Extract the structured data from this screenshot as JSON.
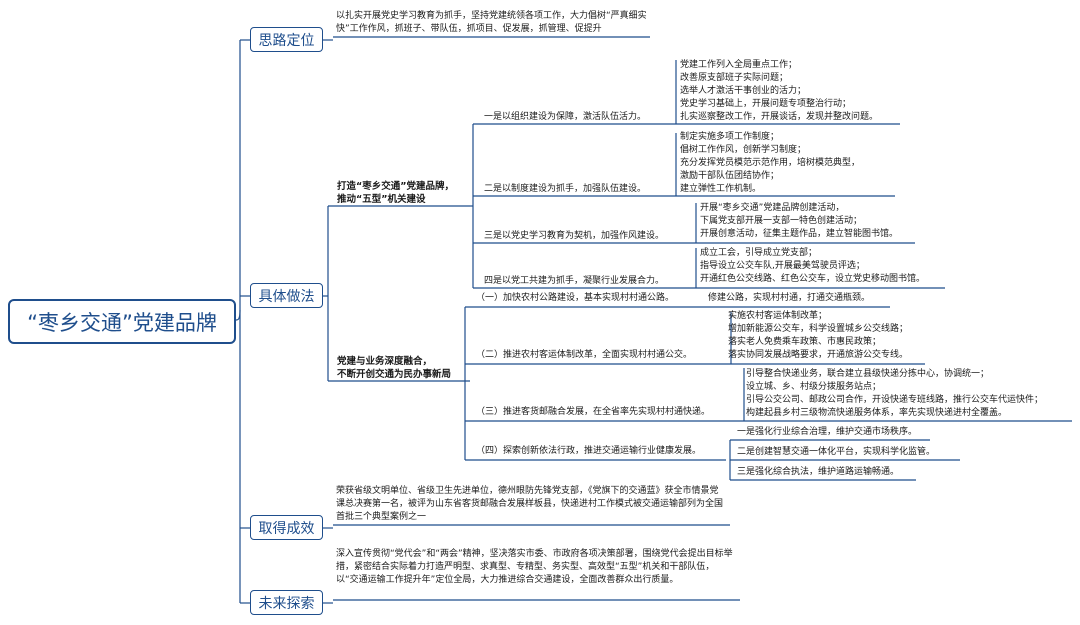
{
  "root": {
    "label": "“枣乡交通”党建品牌"
  },
  "branches": {
    "silu": {
      "label": "思路定位",
      "text": "以扎实开展党史学习教育为抓手，坚持党建统领各项工作，大力倡树“严真细实快”工作作风，抓班子、带队伍，抓项目、促发展，抓管理、促提升"
    },
    "zuofa": {
      "label": "具体做法",
      "group1": {
        "label_line1": "打造“枣乡交通”党建品牌，",
        "label_line2": "推动“五型”机关建设",
        "items": [
          {
            "label": "一是以组织建设为保障，激活队伍活力。",
            "details": [
              "党建工作列入全局重点工作；",
              "改善原支部班子实际问题；",
              "选举人才激活干事创业的活力；",
              "党史学习基础上，开展问题专项整治行动；",
              "扎实巡察整改工作，开展谈话，发现并整改问题。"
            ]
          },
          {
            "label": "二是以制度建设为抓手，加强队伍建设。",
            "details": [
              "制定实施多项工作制度；",
              "倡树工作作风，创新学习制度；",
              "充分发挥党员模范示范作用，培树模范典型，",
              "激励干部队伍团结协作；",
              "建立弹性工作机制。"
            ]
          },
          {
            "label": "三是以党史学习教育为契机，加强作风建设。",
            "details": [
              "开展“枣乡交通”党建品牌创建活动，",
              "下属党支部开展一支部一特色创建活动；",
              "开展创意活动，征集主题作品，建立智能图书馆。"
            ]
          },
          {
            "label": "四是以党工共建为抓手，凝聚行业发展合力。",
            "details": [
              "成立工会，引导成立党支部；",
              "指导设立公交车队,开展最美驾驶员评选；",
              "开通红色公交线路、红色公交车，设立党史移动图书馆。"
            ]
          }
        ]
      },
      "group2": {
        "label_line1": "党建与业务深度融合，",
        "label_line2": "不断开创交通为民办事新局",
        "items": [
          {
            "label": "（一）加快农村公路建设，基本实现村村通公路。",
            "details": [
              "修建公路，实现村村通，打通交通瓶颈。"
            ]
          },
          {
            "label": "（二）推进农村客运体制改革，全面实现村村通公交。",
            "details": [
              "实施农村客运体制改革；",
              "增加新能源公交车，科学设置城乡公交线路；",
              "落实老人免费乘车政策、市惠民政策；",
              "落实协同发展战略要求，开通旅游公交专线。"
            ]
          },
          {
            "label": "（三）推进客货邮融合发展，在全省率先实现村村通快递。",
            "details": [
              "引导整合快递业务，联合建立县级快递分拣中心，协调统一；",
              "设立城、乡、村级分拨服务站点；",
              "引导公交公司、邮政公司合作，开设快递专班线路，推行公交车代运快件；",
              "构建起县乡村三级物流快递服务体系，率先实现快递进村全覆盖。"
            ]
          },
          {
            "label": "（四）探索创新依法行政，推进交通运输行业健康发展。",
            "details": [
              "一是强化行业综合治理，维护交通市场秩序。",
              "二是创建智慧交通一体化平台，实现科学化监管。",
              "三是强化综合执法，维护道路运输畅通。"
            ]
          }
        ]
      }
    },
    "chengxiao": {
      "label": "取得成效",
      "text": "荣获省级文明单位、省级卫生先进单位，德州眼防先锋党支部，《党旗下的交通蓝》获全市情景党课总决赛第一名，被评为山东省客货邮融合发展样板县，快递进村工作模式被交通运输部列为全国首批三个典型案例之一"
    },
    "tansuo": {
      "label": "未来探索",
      "text": "深入宣传贯彻“党代会”和“两会”精神，坚决落实市委、市政府各项决策部署，围绕党代会提出目标举措，紧密结合实际着力打造严明型、求真型、专精型、务实型、高效型“五型”机关和干部队伍，以“交通运输工作提升年”定位全局，大力推进综合交通建设，全面改善群众出行质量。"
    }
  },
  "colors": {
    "accent": "#1f4e8c",
    "line": "#1f4e8c"
  }
}
